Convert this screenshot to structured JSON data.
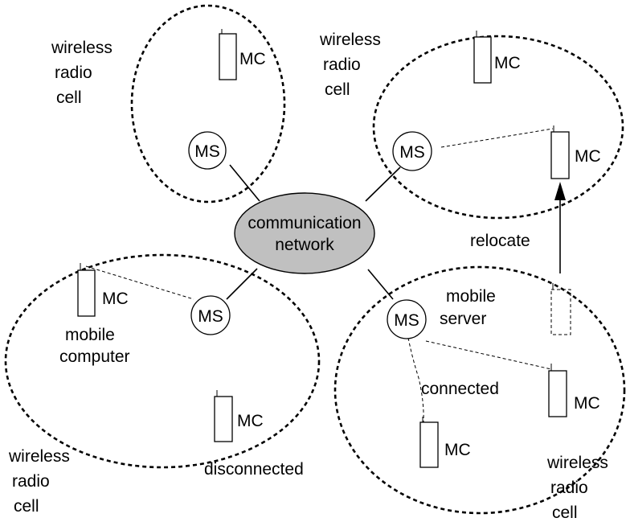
{
  "network": {
    "line1": "communication",
    "line2": "network",
    "fill": "#c0c0c0"
  },
  "labels": {
    "ms": "MS",
    "mc": "MC",
    "cell_l1": "wireless",
    "cell_l2": "radio",
    "cell_l3": "cell",
    "mobile_server_l1": "mobile",
    "mobile_server_l2": "server",
    "mobile_computer_l1": "mobile",
    "mobile_computer_l2": "computer",
    "connected": "connected",
    "disconnected": "disconnected",
    "relocate": "relocate"
  }
}
